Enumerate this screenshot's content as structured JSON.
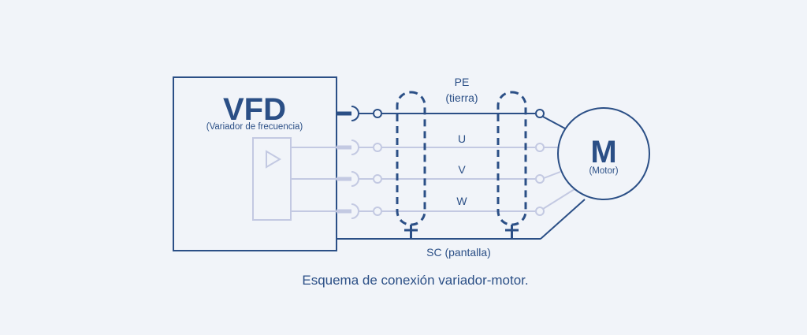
{
  "vfd": {
    "title": "VFD",
    "subtitle": "(Variador de frecuencia)"
  },
  "motor": {
    "title": "M",
    "subtitle": "(Motor)"
  },
  "wires": {
    "pe": {
      "label_line1": "PE",
      "label_line2": "(tierra)"
    },
    "u": {
      "label": "U"
    },
    "v": {
      "label": "V"
    },
    "w": {
      "label": "W"
    }
  },
  "shield": {
    "label": "SC (pantalla)"
  },
  "caption": "Esquema de conexión variador-motor.",
  "colors": {
    "background": "#f1f4f9",
    "primary": "#2b4f86",
    "faded": "#c3c9e2"
  }
}
